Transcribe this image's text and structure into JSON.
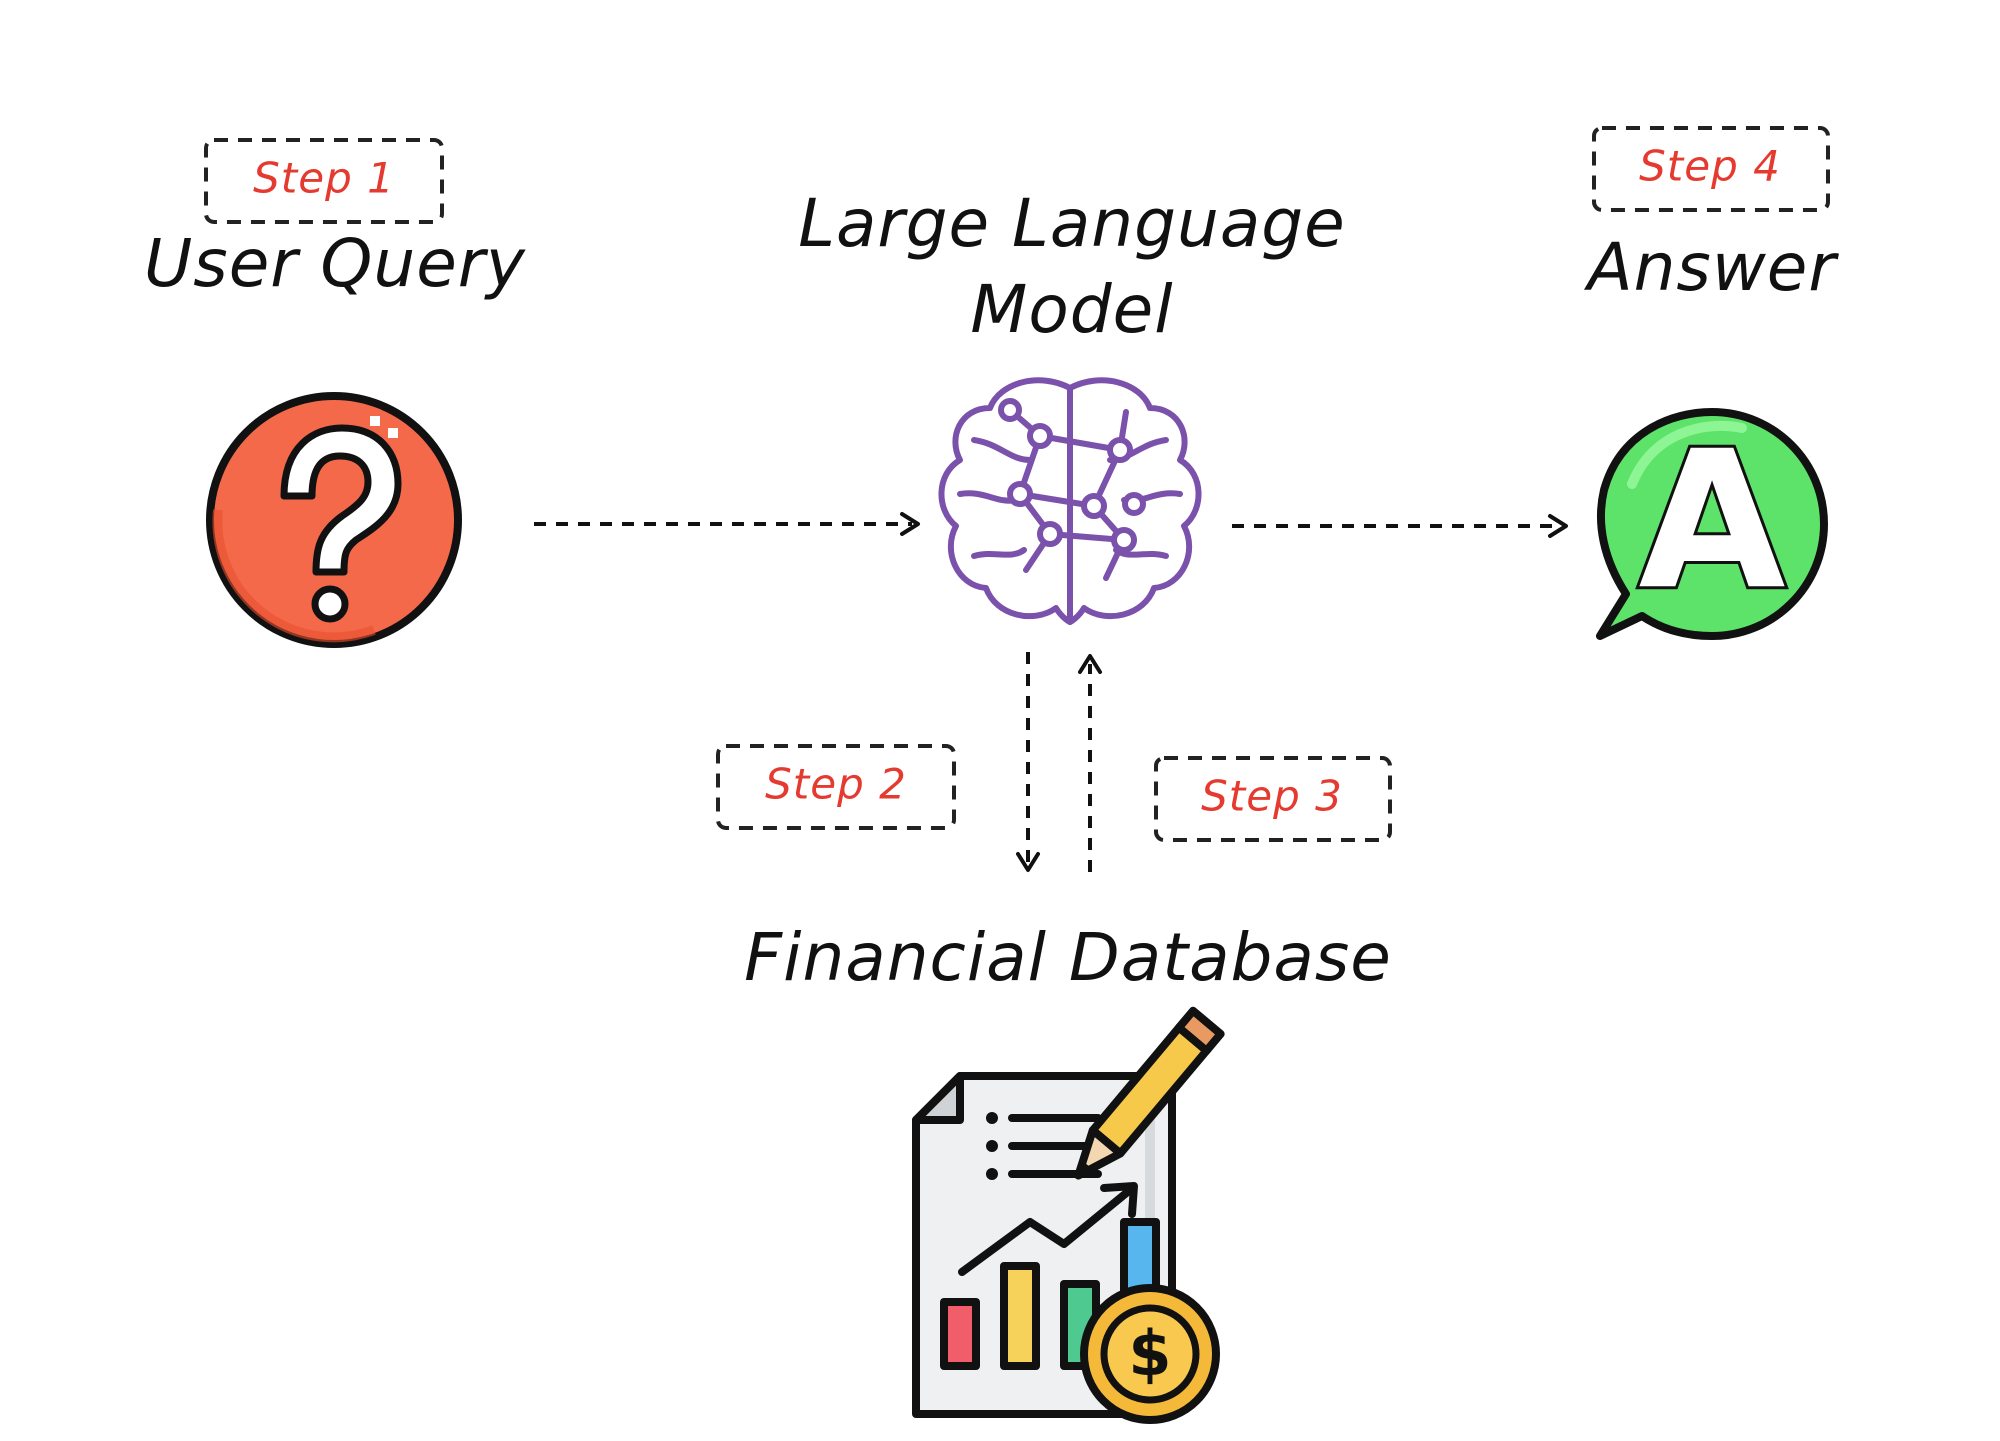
{
  "nodes": {
    "user_query": {
      "title": "User Query",
      "step": "Step 1"
    },
    "llm": {
      "title_line1": "Large Language",
      "title_line2": "Model"
    },
    "answer": {
      "title": "Answer",
      "step": "Step 4",
      "glyph": "A"
    },
    "database": {
      "title": "Financial Database"
    }
  },
  "edges": {
    "to_database": {
      "step": "Step 2"
    },
    "from_database": {
      "step": "Step 3"
    }
  },
  "icons": {
    "user_query": "question-mark-icon",
    "llm": "brain-network-icon",
    "answer": "answer-bubble-icon",
    "database": "financial-report-icon"
  },
  "colors": {
    "step_text": "#e53a2f",
    "question_fill": "#f4694a",
    "brain_stroke": "#7b52ab",
    "answer_fill": "#5ee36a",
    "coin_fill": "#f5b93a"
  }
}
